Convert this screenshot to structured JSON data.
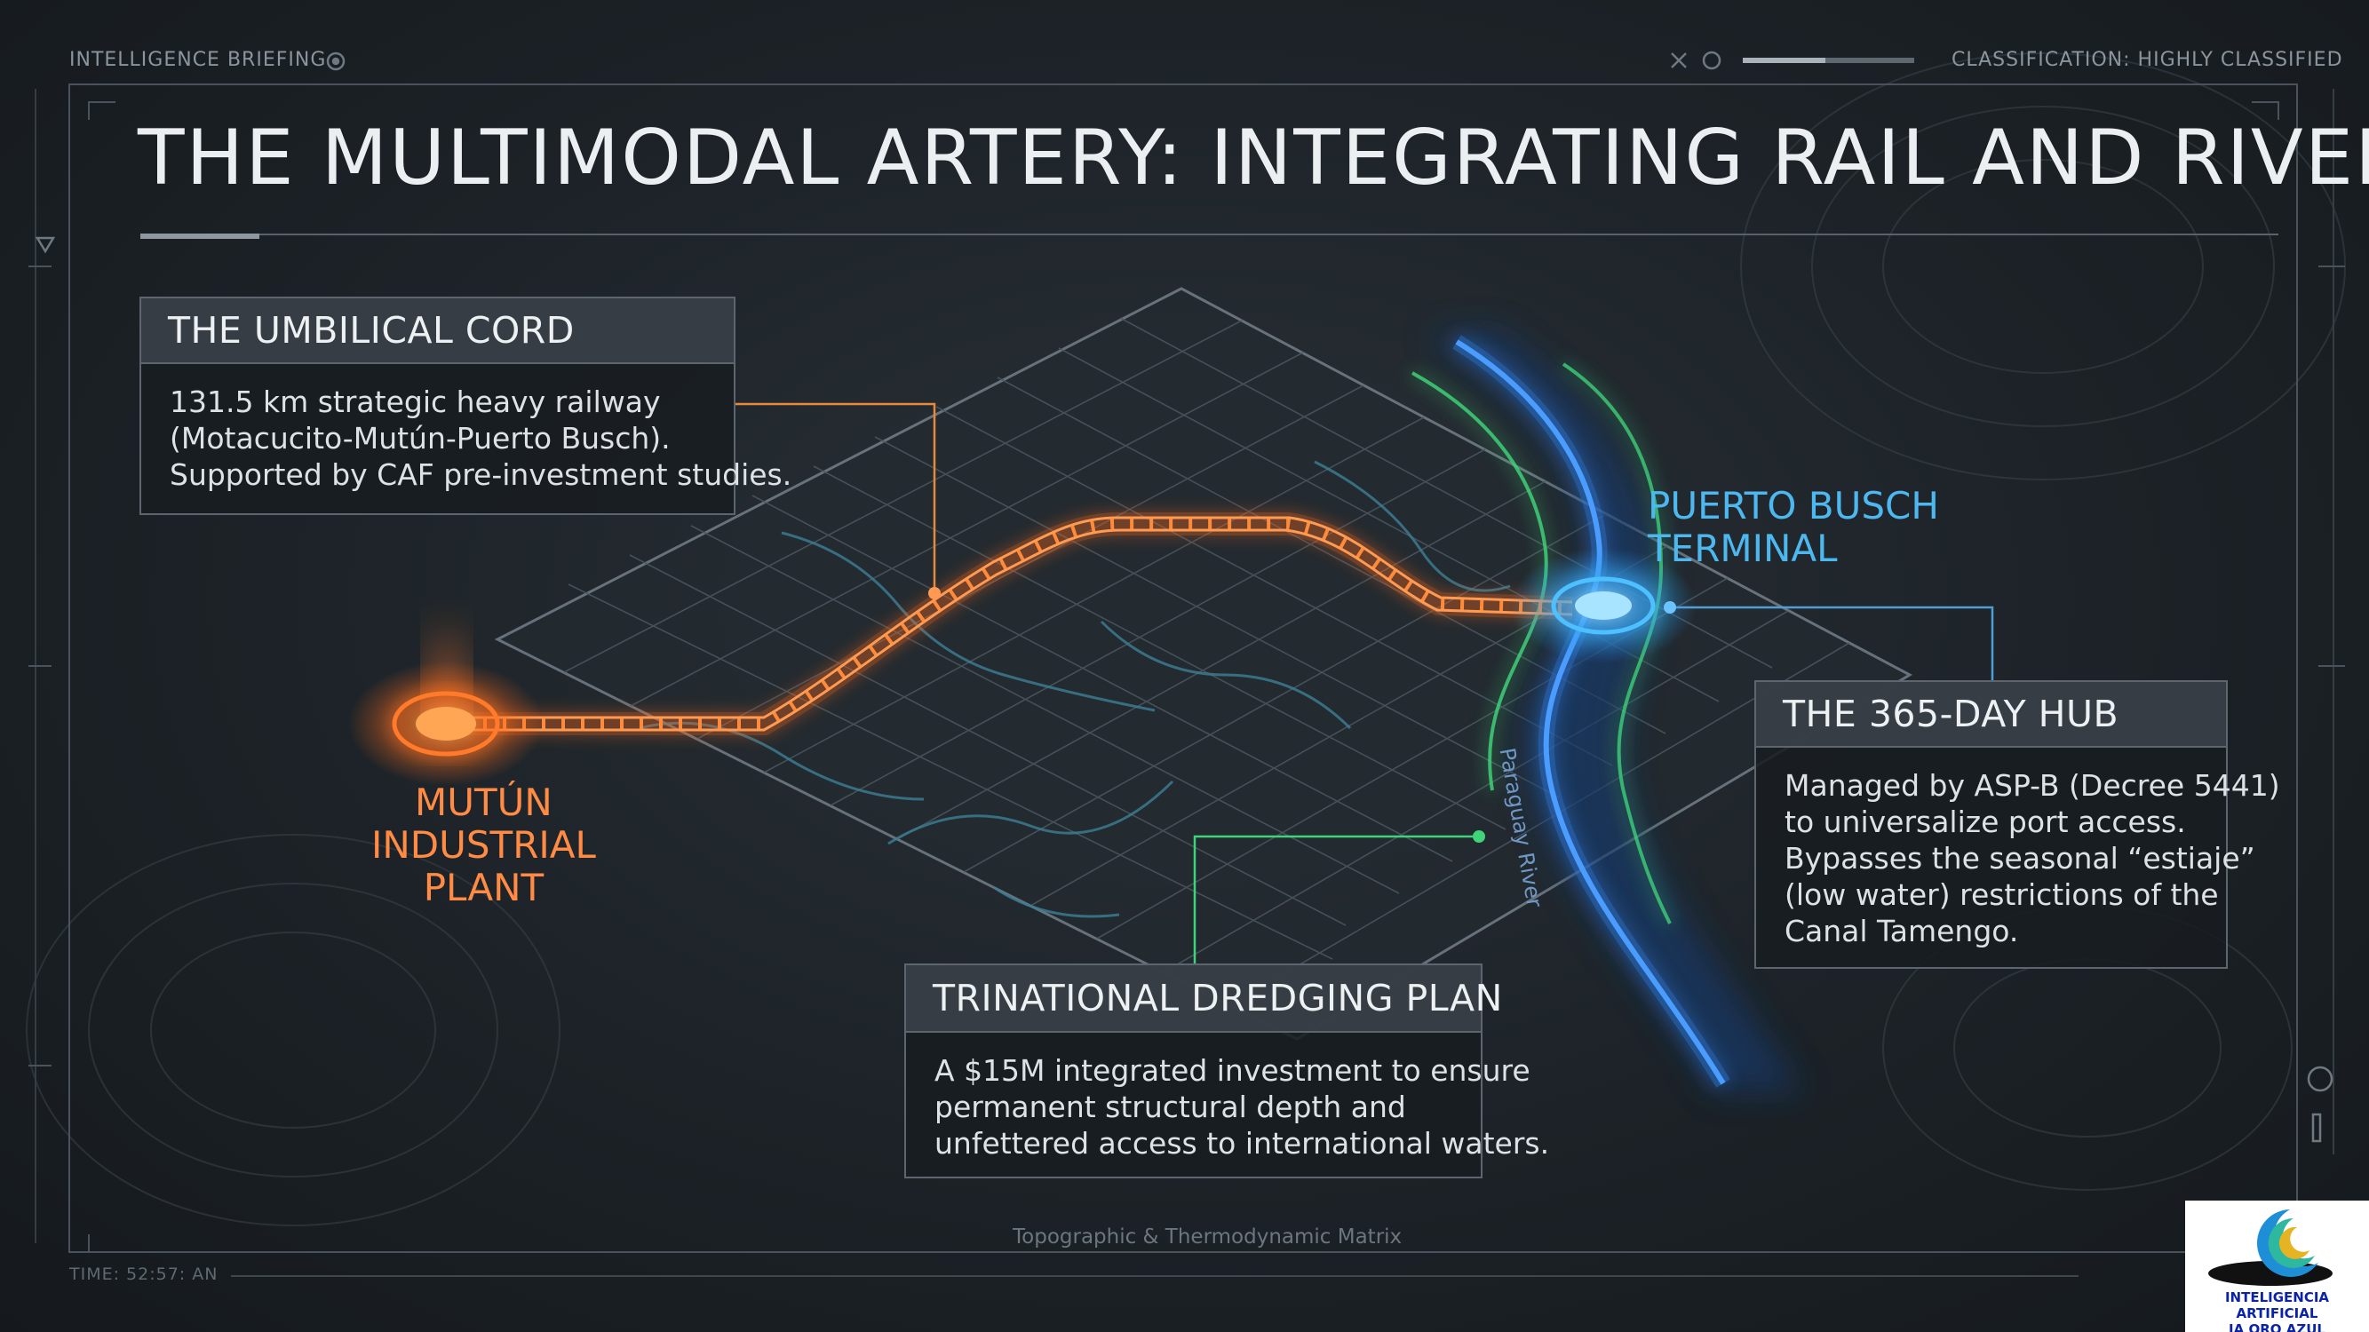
{
  "hud": {
    "briefing_label": "INTELLIGENCE BRIEFING",
    "classification": "CLASSIFICATION: HIGHLY CLASSIFIED",
    "time": "TIME: 52:57: AN"
  },
  "title": "THE MULTIMODAL ARTERY: INTEGRATING RAIL AND RIVER",
  "panels": {
    "umbilical": {
      "title": "THE UMBILICAL CORD",
      "lines": [
        "131.5 km strategic heavy railway",
        "(Motacucito-Mutún-Puerto Busch).",
        "Supported by CAF pre-investment studies."
      ]
    },
    "hub": {
      "title": "THE 365-DAY HUB",
      "lines": [
        "Managed by ASP-B (Decree 5441)",
        "to universalize port access.",
        "Bypasses the seasonal “estiaje”",
        "(low water) restrictions of the",
        "Canal Tamengo."
      ]
    },
    "dredging": {
      "title": "TRINATIONAL DREDGING PLAN",
      "lines": [
        "A $15M integrated investment to ensure",
        "permanent structural depth and",
        "unfettered access to international waters."
      ]
    }
  },
  "map": {
    "mutun_label": [
      "MUTÚN",
      "INDUSTRIAL",
      "PLANT"
    ],
    "busch_label": [
      "PUERTO BUSCH",
      "TERMINAL"
    ],
    "river_label": "Paraguay River",
    "caption": "Topographic & Thermodynamic Matrix"
  },
  "logo": {
    "line1": "INTELIGENCIA ARTIFICIAL",
    "line2": "IA ORO AZUL"
  },
  "colors": {
    "background": "#1c2227",
    "rail_orange": "#ff7a2a",
    "terminal_blue": "#3fb0f0",
    "callout_green": "#3fd37a",
    "river_blue": "#2b6fd6",
    "logo_blue": "#0b23a8"
  }
}
